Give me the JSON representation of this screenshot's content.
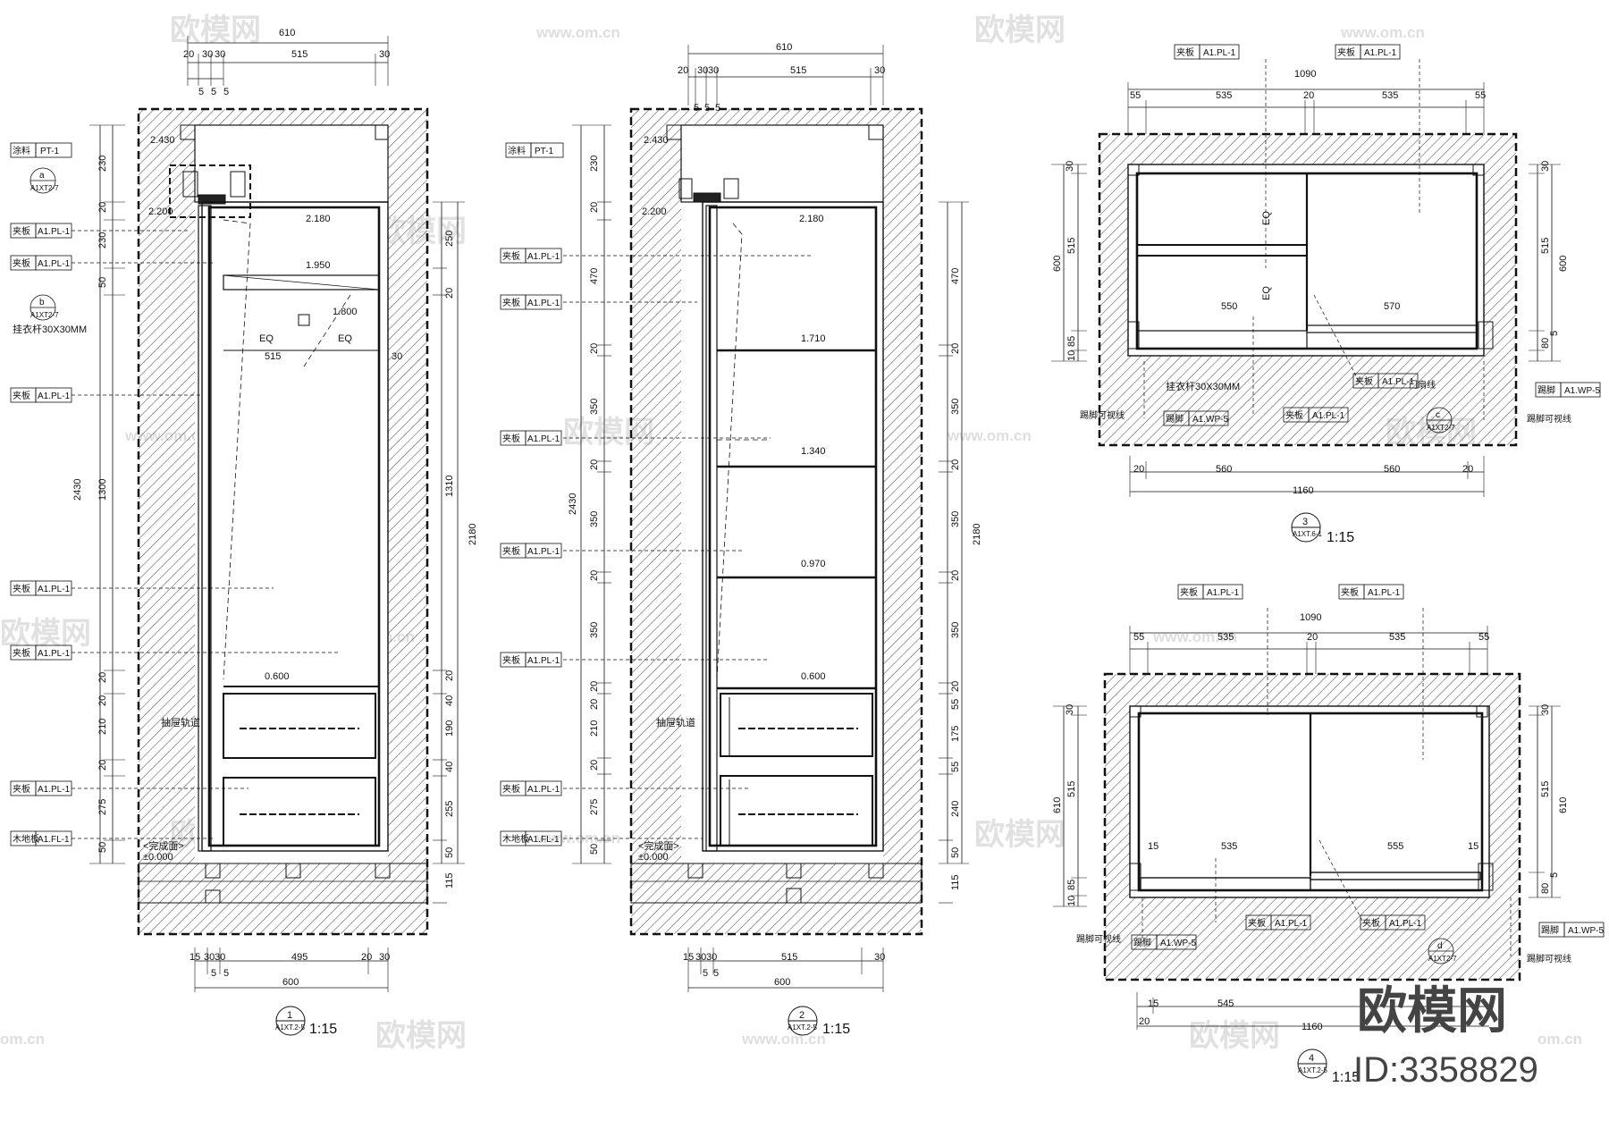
{
  "watermarks": {
    "brand": "欧模网",
    "url": "www.om.cn",
    "url_short": "om.cn"
  },
  "corner_brand": {
    "name": "欧模网",
    "id": "ID:3358829"
  },
  "codes": {
    "pt1": "PT-1",
    "pl1": "A1.PL-1",
    "fl1": "A1.FL-1",
    "wp5": "A1.WP-5",
    "ref_a1xt27": "A1XT2-7",
    "ref_a1xt25": "A1XT.2-5",
    "ref_a1xt6": "A1XT.6-1"
  },
  "labels": {
    "tubing": "挂衣杆30X30MM",
    "drawer_track": "抽屉轨道",
    "finish_floor": "<完成面>",
    "skirting": "踢脚可视线",
    "door_leaf": "门扇线"
  },
  "legend_words": {
    "paint": "涂料",
    "panel": "夹板",
    "wood_floor": "木地板",
    "skirt": "踢脚"
  },
  "dims": {
    "d610": "610",
    "d515": "515",
    "d30": "30",
    "d20": "20",
    "d5": "5",
    "d230": "230",
    "d50": "50",
    "d1300": "1300",
    "d2430": "2430",
    "d210": "210",
    "d275": "275",
    "d250": "250",
    "d1310": "1310",
    "d2180": "2180",
    "d190": "190",
    "d40": "40",
    "d255": "255",
    "d115": "115",
    "d15": "15",
    "d495": "495",
    "d600": "600",
    "d470": "470",
    "d350": "350",
    "d175": "175",
    "d55": "55",
    "d240": "240",
    "d1090": "1090",
    "d535": "535",
    "d550": "550",
    "d570": "570",
    "d85": "85",
    "d10": "10",
    "d80": "80",
    "d560": "560",
    "d1160": "1160",
    "d545": "545",
    "d555": "555",
    "eq": "EQ"
  },
  "levels": {
    "l2430": "2.430",
    "l2200": "2.200",
    "l2180": "2.180",
    "l1950": "1.950",
    "l1800": "1.800",
    "l1710": "1.710",
    "l1340": "1.340",
    "l0970": "0.970",
    "l0600": "0.600",
    "l0000": "±0.000"
  },
  "views": {
    "v1": {
      "number": "1",
      "scale": "1:15"
    },
    "v2": {
      "number": "2",
      "scale": "1:15"
    },
    "v3": {
      "number": "3",
      "scale": "1:15"
    },
    "v4": {
      "number": "4",
      "scale": "1:15"
    },
    "va": "a",
    "vb": "b",
    "vc": "c",
    "vd": "d"
  }
}
